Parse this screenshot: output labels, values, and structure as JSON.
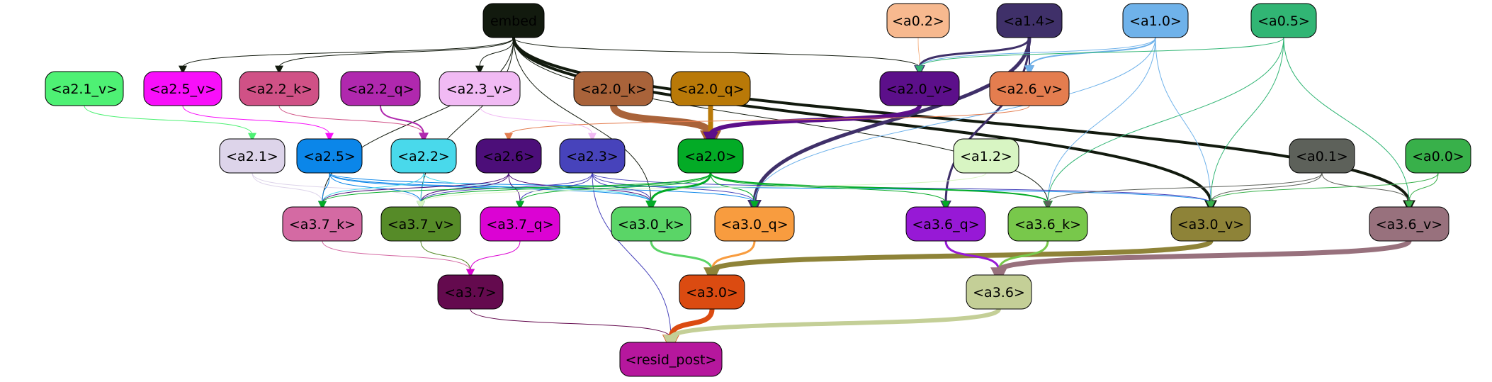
{
  "nodes": [
    {
      "id": "embed",
      "label": "embed",
      "fill": "#121a0e",
      "text": "#000000"
    },
    {
      "id": "a0_2",
      "label": "<a0.2>",
      "fill": "#f7b98f",
      "text": "#000000"
    },
    {
      "id": "a1_4",
      "label": "<a1.4>",
      "fill": "#3f3069",
      "text": "#000000"
    },
    {
      "id": "a1_0",
      "label": "<a1.0>",
      "fill": "#6fb2ea",
      "text": "#000000"
    },
    {
      "id": "a0_5",
      "label": "<a0.5>",
      "fill": "#31b574",
      "text": "#000000"
    },
    {
      "id": "a2_1_v",
      "label": "<a2.1_v>",
      "fill": "#4ef174",
      "text": "#000000"
    },
    {
      "id": "a2_5_v",
      "label": "<a2.5_v>",
      "fill": "#f80ffa",
      "text": "#000000"
    },
    {
      "id": "a2_2_k",
      "label": "<a2.2_k>",
      "fill": "#d05186",
      "text": "#000000"
    },
    {
      "id": "a2_2_q",
      "label": "<a2.2_q>",
      "fill": "#b028ae",
      "text": "#000000"
    },
    {
      "id": "a2_3_v",
      "label": "<a2.3_v>",
      "fill": "#f1baf4",
      "text": "#000000"
    },
    {
      "id": "a2_0_k",
      "label": "<a2.0_k>",
      "fill": "#a9633a",
      "text": "#000000"
    },
    {
      "id": "a2_0_q",
      "label": "<a2.0_q>",
      "fill": "#b97908",
      "text": "#000000"
    },
    {
      "id": "a2_0_v",
      "label": "<a2.0_v>",
      "fill": "#5c0f8a",
      "text": "#000000"
    },
    {
      "id": "a2_6_v",
      "label": "<a2.6_v>",
      "fill": "#e47d4f",
      "text": "#000000"
    },
    {
      "id": "a2_1",
      "label": "<a2.1>",
      "fill": "#ddd4ea",
      "text": "#000000"
    },
    {
      "id": "a2_5",
      "label": "<a2.5>",
      "fill": "#0b86e9",
      "text": "#000000"
    },
    {
      "id": "a2_2",
      "label": "<a2.2>",
      "fill": "#49d9eb",
      "text": "#000000"
    },
    {
      "id": "a2_6",
      "label": "<a2.6>",
      "fill": "#4c0e79",
      "text": "#000000"
    },
    {
      "id": "a2_3",
      "label": "<a2.3>",
      "fill": "#4743bb",
      "text": "#000000"
    },
    {
      "id": "a2_0",
      "label": "<a2.0>",
      "fill": "#03ab26",
      "text": "#000000"
    },
    {
      "id": "a1_2",
      "label": "<a1.2>",
      "fill": "#d8f5c3",
      "text": "#000000"
    },
    {
      "id": "a0_1",
      "label": "<a0.1>",
      "fill": "#5d615a",
      "text": "#000000"
    },
    {
      "id": "a0_0",
      "label": "<a0.0>",
      "fill": "#38b04a",
      "text": "#000000"
    },
    {
      "id": "a3_7_k",
      "label": "<a3.7_k>",
      "fill": "#d46aa3",
      "text": "#000000"
    },
    {
      "id": "a3_7_v",
      "label": "<a3.7_v>",
      "fill": "#568b28",
      "text": "#000000"
    },
    {
      "id": "a3_7_q",
      "label": "<a3.7_q>",
      "fill": "#db03d3",
      "text": "#000000"
    },
    {
      "id": "a3_0_k",
      "label": "<a3.0_k>",
      "fill": "#5ad567",
      "text": "#000000"
    },
    {
      "id": "a3_0_q",
      "label": "<a3.0_q>",
      "fill": "#f89c3f",
      "text": "#000000"
    },
    {
      "id": "a3_6_q",
      "label": "<a3.6_q>",
      "fill": "#9719d6",
      "text": "#000000"
    },
    {
      "id": "a3_6_k",
      "label": "<a3.6_k>",
      "fill": "#78c84b",
      "text": "#000000"
    },
    {
      "id": "a3_0_v",
      "label": "<a3.0_v>",
      "fill": "#8e8338",
      "text": "#000000"
    },
    {
      "id": "a3_6_v",
      "label": "<a3.6_v>",
      "fill": "#98717d",
      "text": "#000000"
    },
    {
      "id": "a3_7",
      "label": "<a3.7>",
      "fill": "#640a4e",
      "text": "#000000"
    },
    {
      "id": "a3_0",
      "label": "<a3.0>",
      "fill": "#db4b11",
      "text": "#000000"
    },
    {
      "id": "a3_6",
      "label": "<a3.6>",
      "fill": "#c4cf97",
      "text": "#000000"
    },
    {
      "id": "resid_post",
      "label": "<resid_post>",
      "fill": "#b6179d",
      "text": "#000000"
    }
  ],
  "edges": [
    {
      "from": "embed",
      "to": "a2_0_v",
      "color": "#121a0e",
      "weight": 1
    },
    {
      "from": "embed",
      "to": "a3_0_v",
      "color": "#121a0e",
      "weight": 4
    },
    {
      "from": "embed",
      "to": "a3_6_v",
      "color": "#121a0e",
      "weight": 4
    },
    {
      "from": "embed",
      "to": "a3_6_k",
      "color": "#121a0e",
      "weight": 1
    },
    {
      "from": "embed",
      "to": "a3_0_k",
      "color": "#121a0e",
      "weight": 1
    },
    {
      "from": "embed",
      "to": "a2_5_v",
      "color": "#121a0e",
      "weight": 1
    },
    {
      "from": "embed",
      "to": "a2_2_k",
      "color": "#121a0e",
      "weight": 1
    },
    {
      "from": "embed",
      "to": "a2_3_v",
      "color": "#121a0e",
      "weight": 1
    },
    {
      "from": "embed",
      "to": "a3_7_k",
      "color": "#121a0e",
      "weight": 1
    },
    {
      "from": "embed",
      "to": "a3_7_v",
      "color": "#121a0e",
      "weight": 1
    },
    {
      "from": "a0_2",
      "to": "a2_0_v",
      "color": "#f7b98f",
      "weight": 1
    },
    {
      "from": "a1_4",
      "to": "a2_0_v",
      "color": "#3f3069",
      "weight": 3
    },
    {
      "from": "a1_4",
      "to": "a2_6_v",
      "color": "#3f3069",
      "weight": 2
    },
    {
      "from": "a1_4",
      "to": "a3_0_q",
      "color": "#3f3069",
      "weight": 5
    },
    {
      "from": "a1_4",
      "to": "a3_6_q",
      "color": "#3f3069",
      "weight": 3
    },
    {
      "from": "a1_0",
      "to": "a2_0_v",
      "color": "#6fb2ea",
      "weight": 1
    },
    {
      "from": "a1_0",
      "to": "a2_6_v",
      "color": "#6fb2ea",
      "weight": 2
    },
    {
      "from": "a1_0",
      "to": "a3_6_k",
      "color": "#6fb2ea",
      "weight": 1
    },
    {
      "from": "a1_0",
      "to": "a3_0_v",
      "color": "#6fb2ea",
      "weight": 1
    },
    {
      "from": "a1_0",
      "to": "a3_0_q",
      "color": "#6fb2ea",
      "weight": 1
    },
    {
      "from": "a0_5",
      "to": "a2_0_v",
      "color": "#31b574",
      "weight": 1
    },
    {
      "from": "a0_5",
      "to": "a3_6_k",
      "color": "#31b574",
      "weight": 1
    },
    {
      "from": "a0_5",
      "to": "a3_0_v",
      "color": "#31b574",
      "weight": 1
    },
    {
      "from": "a0_5",
      "to": "a3_6_v",
      "color": "#31b574",
      "weight": 1
    },
    {
      "from": "a2_1_v",
      "to": "a2_1",
      "color": "#4ef174",
      "weight": 1
    },
    {
      "from": "a2_5_v",
      "to": "a2_5",
      "color": "#f80ffa",
      "weight": 1
    },
    {
      "from": "a2_2_k",
      "to": "a2_2",
      "color": "#d05186",
      "weight": 1
    },
    {
      "from": "a2_2_q",
      "to": "a2_2",
      "color": "#b028ae",
      "weight": 2
    },
    {
      "from": "a2_3_v",
      "to": "a2_3",
      "color": "#f1baf4",
      "weight": 1
    },
    {
      "from": "a2_0_k",
      "to": "a2_0",
      "color": "#a9633a",
      "weight": 10
    },
    {
      "from": "a2_0_q",
      "to": "a2_0",
      "color": "#b97908",
      "weight": 7
    },
    {
      "from": "a2_0_v",
      "to": "a2_0",
      "color": "#5c0f8a",
      "weight": 6
    },
    {
      "from": "a2_6_v",
      "to": "a2_6",
      "color": "#e47d4f",
      "weight": 1
    },
    {
      "from": "a2_1",
      "to": "a3_7_k",
      "color": "#ddd4ea",
      "weight": 1
    },
    {
      "from": "a2_1",
      "to": "a3_7_v",
      "color": "#ddd4ea",
      "weight": 1
    },
    {
      "from": "a2_5",
      "to": "a3_7_k",
      "color": "#0b86e9",
      "weight": 1
    },
    {
      "from": "a2_5",
      "to": "a3_7_v",
      "color": "#0b86e9",
      "weight": 1
    },
    {
      "from": "a2_5",
      "to": "a3_0_k",
      "color": "#0b86e9",
      "weight": 1
    },
    {
      "from": "a2_5",
      "to": "a3_0_q",
      "color": "#0b86e9",
      "weight": 1
    },
    {
      "from": "a2_5",
      "to": "a3_0_v",
      "color": "#0b86e9",
      "weight": 1
    },
    {
      "from": "a2_2",
      "to": "a3_7_k",
      "color": "#49d9eb",
      "weight": 1
    },
    {
      "from": "a2_2",
      "to": "a3_7_v",
      "color": "#49d9eb",
      "weight": 1
    },
    {
      "from": "a2_2",
      "to": "a3_0_k",
      "color": "#49d9eb",
      "weight": 1
    },
    {
      "from": "a2_6",
      "to": "a3_7_k",
      "color": "#4c0e79",
      "weight": 1
    },
    {
      "from": "a2_6",
      "to": "a3_7_v",
      "color": "#4c0e79",
      "weight": 1
    },
    {
      "from": "a2_6",
      "to": "a3_7_q",
      "color": "#4c0e79",
      "weight": 1
    },
    {
      "from": "a2_6",
      "to": "a3_0_k",
      "color": "#4c0e79",
      "weight": 1
    },
    {
      "from": "a2_3",
      "to": "a3_7_v",
      "color": "#4743bb",
      "weight": 1
    },
    {
      "from": "a2_3",
      "to": "a3_7_q",
      "color": "#4743bb",
      "weight": 1
    },
    {
      "from": "a2_3",
      "to": "a3_0_k",
      "color": "#4743bb",
      "weight": 1
    },
    {
      "from": "a2_3",
      "to": "a3_0_q",
      "color": "#4743bb",
      "weight": 1
    },
    {
      "from": "a2_3",
      "to": "a3_0_v",
      "color": "#4743bb",
      "weight": 1
    },
    {
      "from": "a2_3",
      "to": "resid_post",
      "color": "#4743bb",
      "weight": 1
    },
    {
      "from": "a2_0",
      "to": "a3_0_k",
      "color": "#03ab26",
      "weight": 3
    },
    {
      "from": "a2_0",
      "to": "a3_0_q",
      "color": "#03ab26",
      "weight": 1
    },
    {
      "from": "a2_0",
      "to": "a3_6_q",
      "color": "#03ab26",
      "weight": 1
    },
    {
      "from": "a2_0",
      "to": "a3_6_k",
      "color": "#03ab26",
      "weight": 2
    },
    {
      "from": "a2_0",
      "to": "a3_7_v",
      "color": "#03ab26",
      "weight": 1
    },
    {
      "from": "a2_0",
      "to": "a3_7_q",
      "color": "#03ab26",
      "weight": 1
    },
    {
      "from": "a2_0",
      "to": "a3_7_k",
      "color": "#03ab26",
      "weight": 1
    },
    {
      "from": "a1_2",
      "to": "a3_7_v",
      "color": "#d8f5c3",
      "weight": 1
    },
    {
      "from": "a0_1",
      "to": "a3_6_k",
      "color": "#5d615a",
      "weight": 1
    },
    {
      "from": "a0_1",
      "to": "a3_0_v",
      "color": "#5d615a",
      "weight": 1
    },
    {
      "from": "a0_1",
      "to": "a3_6_v",
      "color": "#5d615a",
      "weight": 1
    },
    {
      "from": "a0_0",
      "to": "a3_0_v",
      "color": "#38b04a",
      "weight": 1
    },
    {
      "from": "a0_0",
      "to": "a3_6_v",
      "color": "#38b04a",
      "weight": 1
    },
    {
      "from": "a3_7_k",
      "to": "a3_7",
      "color": "#d46aa3",
      "weight": 1
    },
    {
      "from": "a3_7_v",
      "to": "a3_7",
      "color": "#568b28",
      "weight": 1
    },
    {
      "from": "a3_7_q",
      "to": "a3_7",
      "color": "#db03d3",
      "weight": 1
    },
    {
      "from": "a3_0_k",
      "to": "a3_0",
      "color": "#5ad567",
      "weight": 3
    },
    {
      "from": "a3_0_q",
      "to": "a3_0",
      "color": "#f89c3f",
      "weight": 3
    },
    {
      "from": "a3_0_v",
      "to": "a3_0",
      "color": "#8e8338",
      "weight": 7
    },
    {
      "from": "a3_6_q",
      "to": "a3_6",
      "color": "#9719d6",
      "weight": 3
    },
    {
      "from": "a3_6_k",
      "to": "a3_6",
      "color": "#78c84b",
      "weight": 3
    },
    {
      "from": "a3_6_v",
      "to": "a3_6",
      "color": "#98717d",
      "weight": 7
    },
    {
      "from": "a3_7",
      "to": "resid_post",
      "color": "#640a4e",
      "weight": 1
    },
    {
      "from": "a3_0",
      "to": "resid_post",
      "color": "#db4b11",
      "weight": 7
    },
    {
      "from": "a3_6",
      "to": "resid_post",
      "color": "#c4cf97",
      "weight": 6
    }
  ]
}
